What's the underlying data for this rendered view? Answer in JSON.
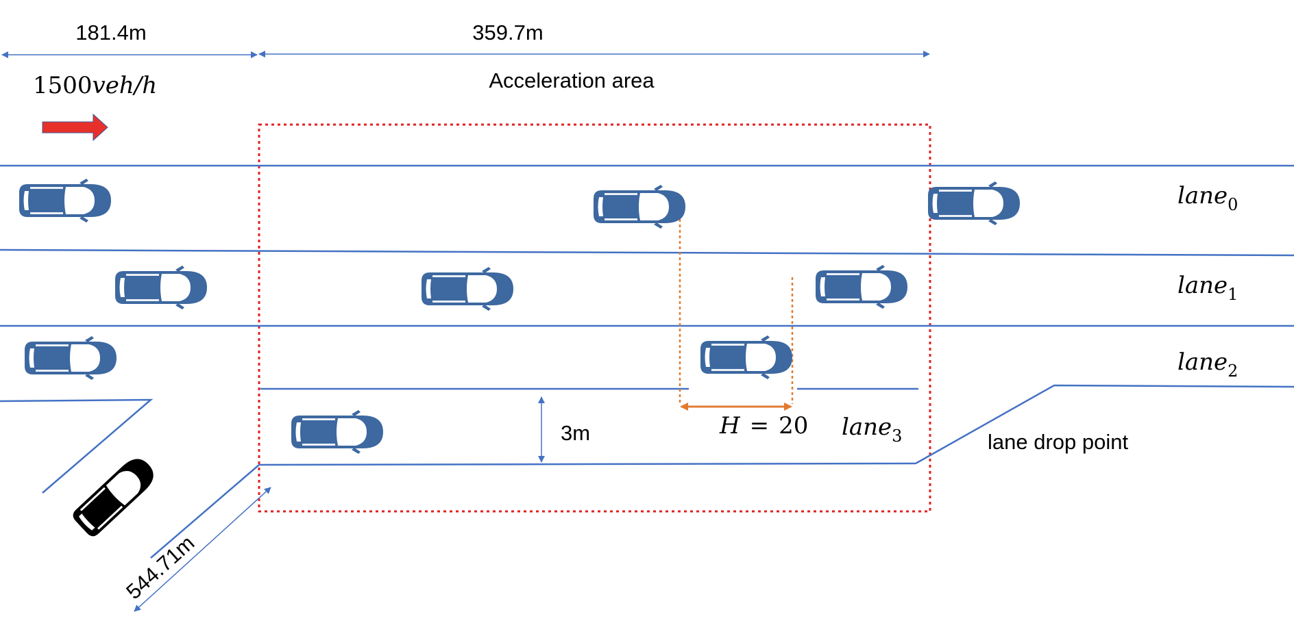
{
  "dimensions": {
    "left_segment": "181.4m",
    "acceleration_segment": "359.7m",
    "lane_width": "3m",
    "ramp_length": "544.71m"
  },
  "flow": {
    "value": "1500",
    "unit": "veh/h"
  },
  "acceleration_area_label": "Acceleration area",
  "lanes": [
    {
      "base": "lane",
      "sub": "0"
    },
    {
      "base": "lane",
      "sub": "1"
    },
    {
      "base": "lane",
      "sub": "2"
    },
    {
      "base": "lane",
      "sub": "3"
    }
  ],
  "headway": {
    "symbol": "H",
    "equals": "=",
    "value": "20"
  },
  "lane_drop_label": "lane drop point",
  "colors": {
    "road_line": "#4472c4",
    "car_blue": "#3d68a0",
    "ego_car": "#000000",
    "flow_arrow": "#e8302a",
    "area_border": "#e02020",
    "headway": "#e07b30"
  },
  "icons": {
    "traffic_car": "car-top-view-icon",
    "ego_car": "merging-car-icon",
    "flow_direction": "right-arrow-icon"
  }
}
